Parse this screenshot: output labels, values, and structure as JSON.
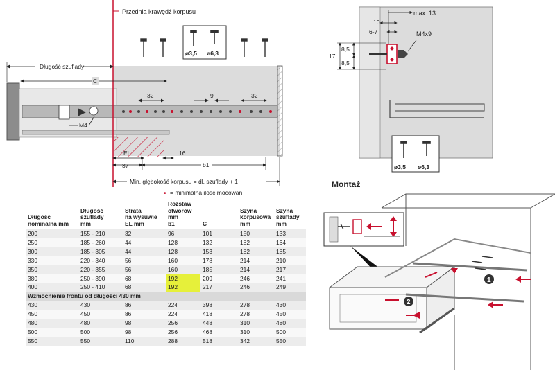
{
  "top_left": {
    "front_edge_label": "Przednia krawędź korpusu",
    "drawer_length_label": "Długość szuflady",
    "c_label": "C",
    "dim_32_left": "32",
    "dim_9": "9",
    "dim_32_right": "32",
    "m4_label": "M4",
    "el_label": "EL",
    "dim_16": "16",
    "dim_37": "37",
    "b1_label": "b1",
    "min_depth_label": "Min. głębokość korpusu = dł. szuflady + 1",
    "legend_text": "= minimalna ilość mocowań",
    "legend_dot": "•",
    "screw_d1": "ø3,5",
    "screw_d2": "ø6,3"
  },
  "top_right": {
    "max13": "max. 13",
    "dim_10": "10",
    "dim_67": "6-7",
    "m4x9": "M4x9",
    "dim_17": "17",
    "dim_85a": "8,5",
    "dim_85b": "8,5",
    "screw_d1": "ø3,5",
    "screw_d2": "ø6,3"
  },
  "montaz": {
    "title": "Montaż",
    "step1": "1",
    "step2": "2"
  },
  "colors": {
    "red": "#c8102e",
    "highlight": "#e6f03a",
    "panel_gray": "#dcdcdc"
  },
  "table": {
    "headers": [
      [
        "Długość",
        "nominalna mm"
      ],
      [
        "Długość",
        "szuflady",
        "mm"
      ],
      [
        "Strata",
        "na wysuwie",
        "EL mm"
      ],
      [
        "Rozstaw",
        "otworów mm",
        "b1"
      ],
      [
        "",
        "",
        "C"
      ],
      [
        "Szyna",
        "korpusowa",
        "mm"
      ],
      [
        "Szyna",
        "szuflady",
        "mm"
      ]
    ],
    "rows": [
      [
        "200",
        "155 - 210",
        "32",
        "96",
        "101",
        "150",
        "133"
      ],
      [
        "250",
        "185 - 260",
        "44",
        "128",
        "132",
        "182",
        "164"
      ],
      [
        "300",
        "185 - 305",
        "44",
        "128",
        "153",
        "182",
        "185"
      ],
      [
        "330",
        "220 - 340",
        "56",
        "160",
        "178",
        "214",
        "210"
      ],
      [
        "350",
        "220 - 355",
        "56",
        "160",
        "185",
        "214",
        "217"
      ],
      [
        "380",
        "250 - 390",
        "68",
        "192",
        "209",
        "246",
        "241"
      ],
      [
        "400",
        "250 - 410",
        "68",
        "192",
        "217",
        "246",
        "249"
      ]
    ],
    "section_label": "Wzmocnienie frontu od długości 430 mm",
    "rows2": [
      [
        "430",
        "430",
        "86",
        "224",
        "398",
        "278",
        "430"
      ],
      [
        "450",
        "450",
        "86",
        "224",
        "418",
        "278",
        "450"
      ],
      [
        "480",
        "480",
        "98",
        "256",
        "448",
        "310",
        "480"
      ],
      [
        "500",
        "500",
        "98",
        "256",
        "468",
        "310",
        "500"
      ],
      [
        "550",
        "550",
        "110",
        "288",
        "518",
        "342",
        "550"
      ]
    ],
    "highlight_rows": [
      5,
      6
    ],
    "highlight_col": 3
  }
}
